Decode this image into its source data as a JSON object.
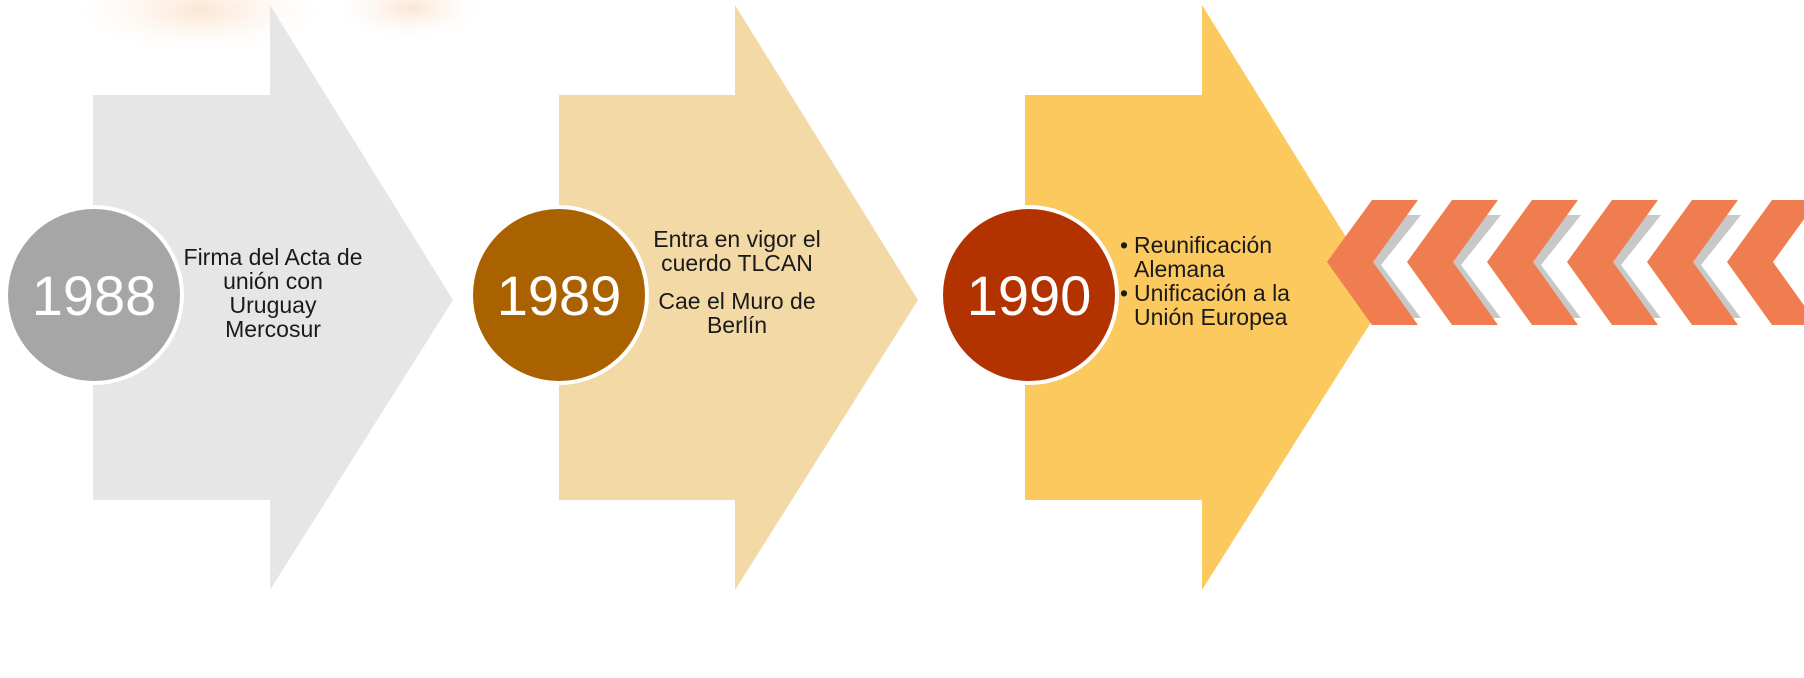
{
  "timeline": [
    {
      "year": "1988",
      "circle_color": "#a6a6a6",
      "arrow_color": "#e6e6e6",
      "lines": [
        "Firma del Acta de unión con Uruguay Mercosur"
      ]
    },
    {
      "year": "1989",
      "circle_color": "#aa6100",
      "arrow_color": "#f2d9a6",
      "lines": [
        "Entra en vigor el cuerdo TLCAN",
        "Cae el Muro de Berlín"
      ]
    },
    {
      "year": "1990",
      "circle_color": "#b23300",
      "arrow_color": "#fcc95f",
      "bullets": [
        "Reunificación Alemana",
        "Unificación a la Unión Europea"
      ]
    }
  ],
  "bullet_symbol": "•",
  "decor_chevron_color": "#f07d4f"
}
